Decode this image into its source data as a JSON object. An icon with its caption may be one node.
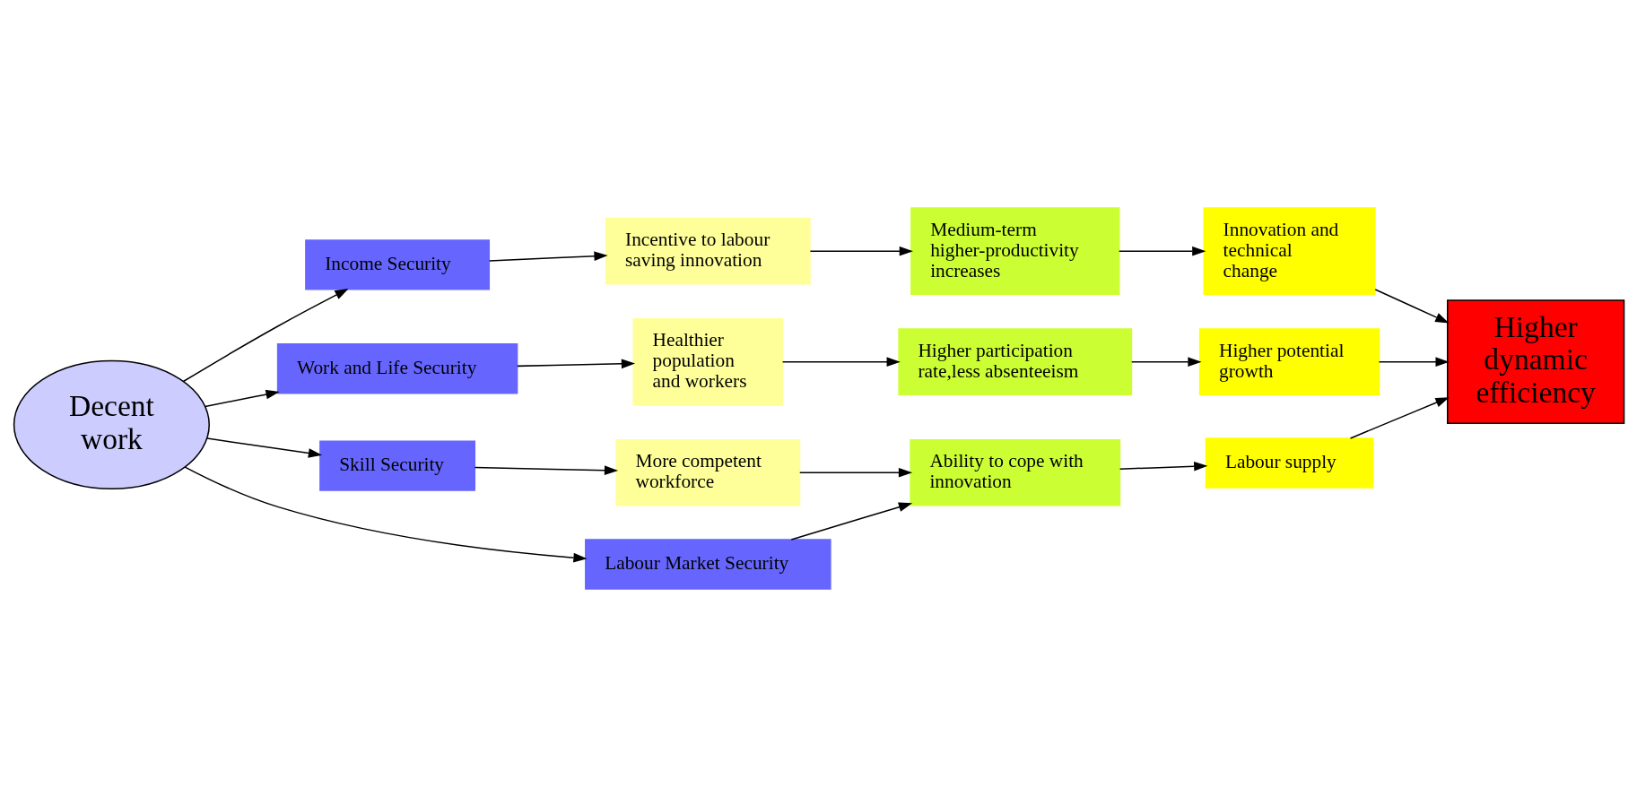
{
  "diagram": {
    "nodes": [
      {
        "text": [
          "Decent work"
        ]
      },
      {
        "text": [
          "Income Security"
        ]
      },
      {
        "text": [
          "Work and Life Security"
        ]
      },
      {
        "text": [
          "Skill Security"
        ]
      },
      {
        "text": [
          "Labour Market Security"
        ]
      },
      {
        "text": [
          "Incentive to labour saving innovation"
        ]
      },
      {
        "text": [
          "Healthier population and workers"
        ]
      },
      {
        "text": [
          "More competent workforce"
        ]
      },
      {
        "text": [
          "Medium-term higher-productivity increases"
        ]
      },
      {
        "text": [
          "Higher participation rate,less absenteeism"
        ]
      },
      {
        "text": [
          "Ability to cope with innovation"
        ]
      },
      {
        "text": [
          "Innovation and technical change"
        ]
      },
      {
        "text": [
          "Higher potential growth"
        ]
      },
      {
        "text": [
          "Labour supply"
        ]
      },
      {
        "text": [
          "Higher dynamic efficiency"
        ]
      }
    ],
    "edges": [
      {
        "from": 0,
        "to": 1,
        "arrow": "to"
      },
      {
        "from": 0,
        "to": 2,
        "arrow": "to"
      },
      {
        "from": 0,
        "to": 3,
        "arrow": "to"
      },
      {
        "from": 0,
        "to": 4,
        "arrow": "to"
      },
      {
        "from": 1,
        "to": 5,
        "arrow": "to"
      },
      {
        "from": 5,
        "to": 8,
        "arrow": "to"
      },
      {
        "from": 8,
        "to": 11,
        "arrow": "to"
      },
      {
        "from": 11,
        "to": 14,
        "arrow": "to"
      },
      {
        "from": 2,
        "to": 6,
        "arrow": "to"
      },
      {
        "from": 6,
        "to": 9,
        "arrow": "to"
      },
      {
        "from": 9,
        "to": 12,
        "arrow": "to"
      },
      {
        "from": 12,
        "to": 14,
        "arrow": "to"
      },
      {
        "from": 3,
        "to": 7,
        "arrow": "to"
      },
      {
        "from": 7,
        "to": 10,
        "arrow": "to"
      },
      {
        "from": 4,
        "to": 10,
        "arrow": "to"
      },
      {
        "from": 10,
        "to": 13,
        "arrow": "to"
      },
      {
        "from": 13,
        "to": 14,
        "arrow": "to"
      }
    ]
  }
}
